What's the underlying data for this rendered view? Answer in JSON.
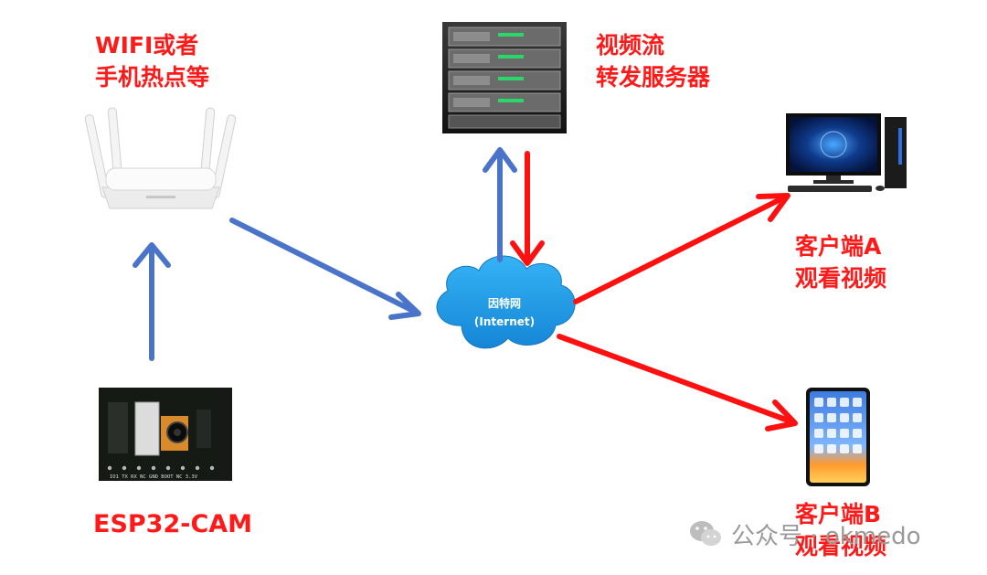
{
  "labels": {
    "router": [
      "WIFI或者",
      "手机热点等"
    ],
    "server": [
      "视频流",
      "转发服务器"
    ],
    "client_a": [
      "客户端A",
      "观看视频"
    ],
    "client_b": [
      "客户端B",
      "观看视频"
    ],
    "esp": "ESP32-CAM"
  },
  "cloud": {
    "line1": "因特网",
    "line2": "(Internet)"
  },
  "board_pins": "IO1 TX RX NC GND BOOT NC 3.3V",
  "watermark": {
    "icon": "wechat-icon",
    "text": "公众号 · okmedo"
  },
  "colors": {
    "label_red": "#ff1a1a",
    "arrow_blue": "#4a74c9",
    "arrow_red": "#ff1010",
    "cloud_blue": "#1e9ee6"
  }
}
